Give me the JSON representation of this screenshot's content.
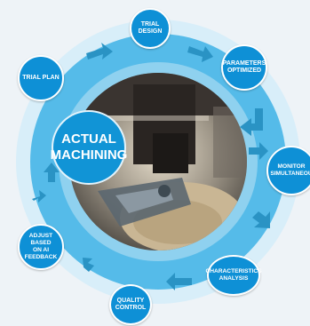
{
  "colors": {
    "background": "#eef3f7",
    "ring_outer": "#cfe9f7",
    "ring_main": "#4db8e8",
    "node_fill": "#0e90d6",
    "arrow": "#2a93c4",
    "photo_edge": "#8fd1ef"
  },
  "center": {
    "label": "ACTUAL\nMACHINING"
  },
  "steps": [
    {
      "id": "trial-design",
      "label": "TRIAL\nDESIGN"
    },
    {
      "id": "parameters-optimized",
      "label": "PARAMETERS\nOPTIMIZED"
    },
    {
      "id": "monitor-simultaneously",
      "label": "MONITOR\nSIMULTANEOU"
    },
    {
      "id": "characteristics-analysis",
      "label": "CHARACTERISTICS\nANALYSIS"
    },
    {
      "id": "quality-control",
      "label": "QUALITY\nCONTROL"
    },
    {
      "id": "adjust-based-on-ai-feedback",
      "label": "ADJUST BASED\nON AI\nFEEDBACK"
    },
    {
      "id": "trial-plan",
      "label": "TRIAL PLAN"
    }
  ],
  "arrows": [
    "arrow-right",
    "arrow-right",
    "arrow-down-left",
    "arrow-down",
    "arrow-down-left",
    "arrow-left",
    "arrow-up-right",
    "arrow-up"
  ]
}
